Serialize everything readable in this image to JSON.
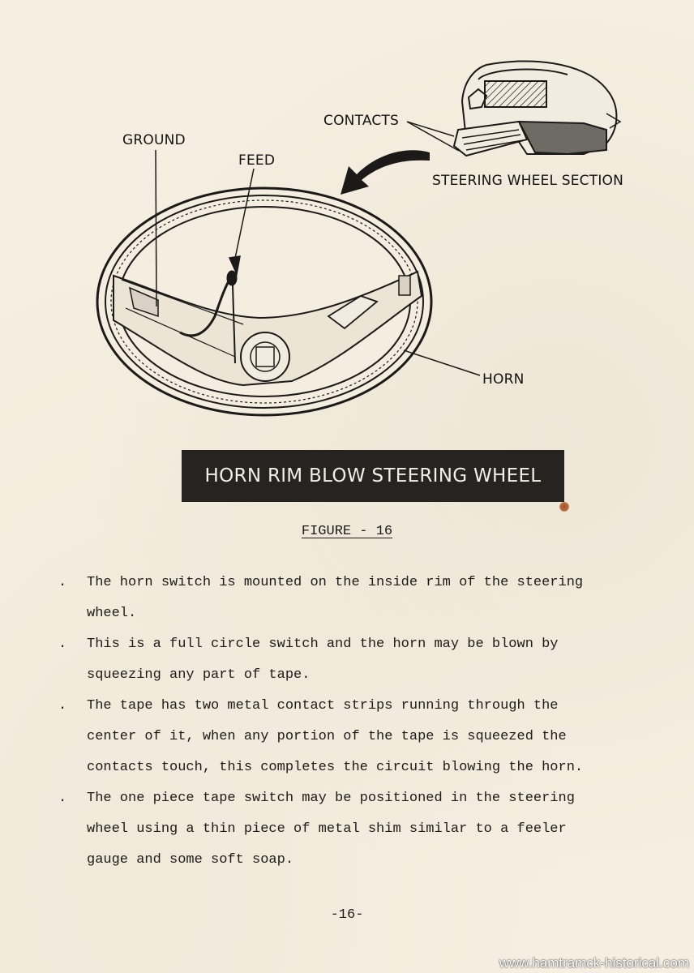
{
  "figure": {
    "labels": {
      "contacts": "CONTACTS",
      "ground": "GROUND",
      "feed": "FEED",
      "section": "STEERING WHEEL SECTION",
      "horn": "HORN"
    },
    "banner": "HORN RIM BLOW STEERING WHEEL",
    "caption": "FIGURE - 16"
  },
  "paragraphs": [
    {
      "bullet": ".",
      "lines": [
        "The horn switch is mounted on the inside rim of the steering",
        "wheel."
      ]
    },
    {
      "bullet": ".",
      "lines": [
        "This is a full circle switch and the horn may be blown by",
        "squeezing any part of tape."
      ]
    },
    {
      "bullet": ".",
      "lines": [
        "The tape has two metal contact strips running through the",
        "center of it, when any portion of the tape is squeezed the",
        "contacts touch, this completes the circuit blowing the horn."
      ]
    },
    {
      "bullet": ".",
      "lines": [
        "The one piece tape switch may be positioned in the steering",
        "wheel using a thin piece of metal shim similar to a feeler",
        "gauge and some soft soap."
      ]
    }
  ],
  "page_number": "-16-",
  "watermark": "www.hamtramck-historical.com"
}
